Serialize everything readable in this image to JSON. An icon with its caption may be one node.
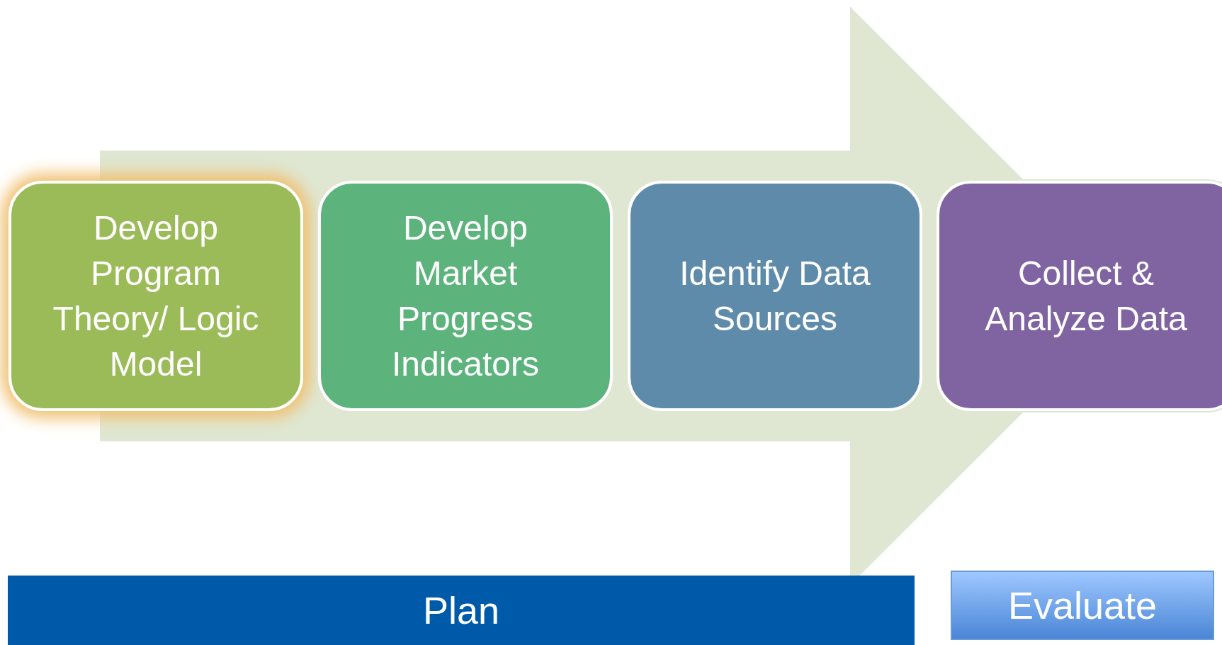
{
  "diagram": {
    "nodes": [
      {
        "text": [
          "Develop Program Theory/ Logic Model"
        ]
      },
      {
        "text": [
          "Develop Market Progress Indicators"
        ]
      },
      {
        "text": [
          "Identify Data Sources"
        ]
      },
      {
        "text": [
          "Collect & Analyze Data"
        ]
      },
      {
        "text": [
          "Plan"
        ]
      },
      {
        "text": [
          "Evaluate"
        ]
      }
    ],
    "edges": [
      {
        "from": 0,
        "to": 3,
        "arrow": "to"
      }
    ]
  }
}
